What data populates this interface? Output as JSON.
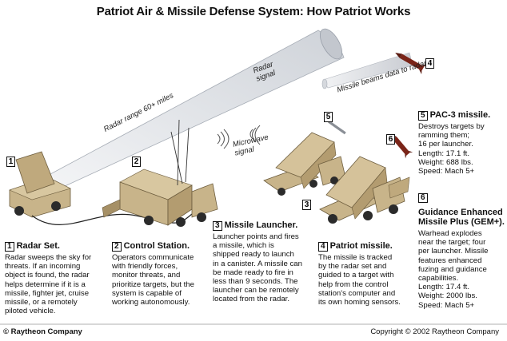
{
  "title": "Patriot Air & Missile Defense System: How Patriot Works",
  "beam_labels": {
    "radar_range": "Radar range 60+ miles",
    "radar_signal": "Radar\nsignal",
    "missile_beams": "Missile beams data to radar",
    "microwave_signal": "Microwave\nsignal"
  },
  "callouts": [
    {
      "num": "1",
      "heading": "Radar Set.",
      "text": "Radar sweeps the sky for\nthreats. If an incoming\nobject is found, the radar\nhelps determine if it is a\nmissile, fighter jet, cruise\nmissile, or a remotely\npiloted vehicle."
    },
    {
      "num": "2",
      "heading": "Control Station.",
      "text": "Operators communicate\nwith friendly forces,\nmonitor threats, and\nprioritize targets, but the\nsystem is capable of\nworking autonomously."
    },
    {
      "num": "3",
      "heading": "Missile Launcher.",
      "text": "Launcher points and fires\na  missile, which is\nshipped ready to launch\nin a canister. A missile can\nbe made ready to fire in\nless than 9 seconds. The\nlauncher can be remotely\nlocated from the radar."
    },
    {
      "num": "4",
      "heading": "Patriot missile.",
      "text": "The missile is tracked\nby the radar set and\nguided to a target with\nhelp from the control\nstation's computer and\nits own homing sensors."
    },
    {
      "num": "5",
      "heading": "PAC-3 missile.",
      "text": "Destroys targets by\nramming them;\n16 per launcher.\nLength: 17.1 ft.\nWeight: 688 lbs.\nSpeed: Mach 5+"
    },
    {
      "num": "6",
      "heading": "Guidance Enhanced\nMissile Plus (GEM+).",
      "text": "Warhead explodes\nnear the target; four\nper launcher. Missile\nfeatures enhanced\nfuzing and guidance\ncapabilities.\nLength: 17.4 ft.\nWeight: 2000 lbs.\nSpeed: Mach 5+"
    }
  ],
  "diagram_markers": [
    "1",
    "2",
    "3",
    "4",
    "5",
    "6"
  ],
  "footer": {
    "left": "© Raytheon Company",
    "right": "Copyright © 2002 Raytheon Company"
  },
  "colors": {
    "vehicle": "#c8b48a",
    "vehicle_dark": "#8e7a55",
    "beam": "#e4e6ea",
    "beam_edge": "#9aa0aa",
    "missile": "#7a2418"
  }
}
